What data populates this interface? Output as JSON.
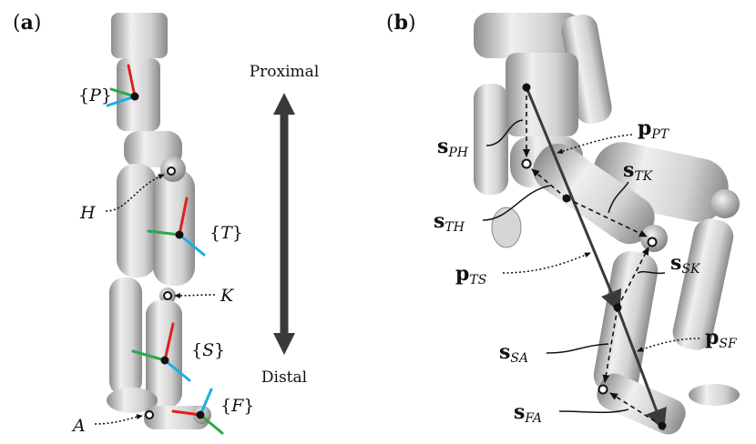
{
  "panels": {
    "a": {
      "open": "(",
      "letter": "a",
      "close": ")"
    },
    "b": {
      "open": "(",
      "letter": "b",
      "close": ")"
    }
  },
  "frames": {
    "P": {
      "open": "{",
      "letter": "P",
      "close": "}"
    },
    "T": {
      "open": "{",
      "letter": "T",
      "close": "}"
    },
    "S": {
      "open": "{",
      "letter": "S",
      "close": "}"
    },
    "F": {
      "open": "{",
      "letter": "F",
      "close": "}"
    }
  },
  "joints": {
    "H": "H",
    "K": "K",
    "A": "A"
  },
  "direction": {
    "top": "Proximal",
    "bottom": "Distal"
  },
  "vectors": {
    "pPT": {
      "main": "p",
      "sub": "PT"
    },
    "sPH": {
      "main": "s",
      "sub": "PH"
    },
    "sTK": {
      "main": "s",
      "sub": "TK"
    },
    "sTH": {
      "main": "s",
      "sub": "TH"
    },
    "sSK": {
      "main": "s",
      "sub": "SK"
    },
    "pTS": {
      "main": "p",
      "sub": "TS"
    },
    "pSF": {
      "main": "p",
      "sub": "SF"
    },
    "sSA": {
      "main": "s",
      "sub": "SA"
    },
    "sFA": {
      "main": "s",
      "sub": "FA"
    }
  },
  "colors": {
    "x_axis": "#e0201c",
    "y_axis": "#1bb0e0",
    "z_axis": "#2aa84a",
    "arrow": "#3a3a3a"
  }
}
